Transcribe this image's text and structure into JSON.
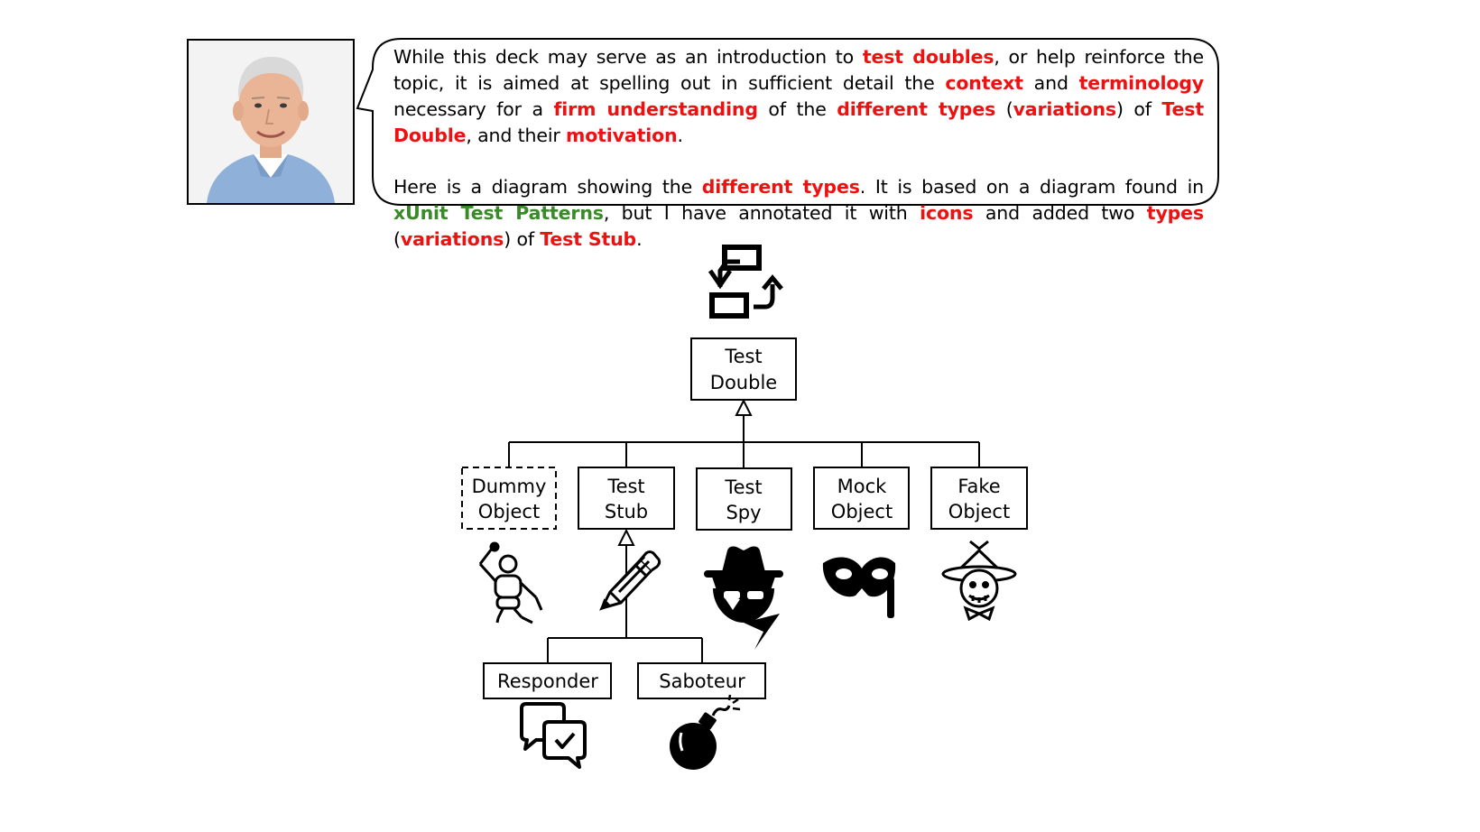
{
  "callout": {
    "p1": [
      {
        "t": "While this deck may serve as an introduction to ",
        "s": "plain"
      },
      {
        "t": "test doubles",
        "s": "red"
      },
      {
        "t": ", or help reinforce the topic, it is aimed at spelling out in sufficient detail the ",
        "s": "plain"
      },
      {
        "t": "context",
        "s": "red"
      },
      {
        "t": " and ",
        "s": "plain"
      },
      {
        "t": "terminology",
        "s": "red"
      },
      {
        "t": " necessary for a ",
        "s": "plain"
      },
      {
        "t": "firm understanding",
        "s": "red"
      },
      {
        "t": " of the ",
        "s": "plain"
      },
      {
        "t": "different types",
        "s": "red"
      },
      {
        "t": " (",
        "s": "plain"
      },
      {
        "t": "variations",
        "s": "red"
      },
      {
        "t": ") of ",
        "s": "plain"
      },
      {
        "t": "Test Double",
        "s": "red"
      },
      {
        "t": ", and their ",
        "s": "plain"
      },
      {
        "t": "motivation",
        "s": "red"
      },
      {
        "t": ".",
        "s": "plain"
      }
    ],
    "p2": [
      {
        "t": "Here is a diagram showing the ",
        "s": "plain"
      },
      {
        "t": "different types",
        "s": "red"
      },
      {
        "t": ". It is based on a diagram found in ",
        "s": "plain"
      },
      {
        "t": "xUnit Test Patterns",
        "s": "green"
      },
      {
        "t": ", but I have annotated it with ",
        "s": "plain"
      },
      {
        "t": "icons",
        "s": "red"
      },
      {
        "t": " and added two ",
        "s": "plain"
      },
      {
        "t": "types",
        "s": "red"
      },
      {
        "t": " (",
        "s": "plain"
      },
      {
        "t": "variations",
        "s": "red"
      },
      {
        "t": ") of ",
        "s": "plain"
      },
      {
        "t": "Test Stub",
        "s": "red"
      },
      {
        "t": ".",
        "s": "plain"
      }
    ]
  },
  "colors": {
    "highlight_red": "#ee1111",
    "highlight_green": "#3a8a2a"
  },
  "diagram": {
    "root": {
      "line1": "Test",
      "line2": "Double",
      "icon": "swap-icon"
    },
    "children": [
      {
        "line1": "Dummy",
        "line2": "Object",
        "icon": "mannequin-icon",
        "style": "dashed"
      },
      {
        "line1": "Test",
        "line2": "Stub",
        "icon": "pencil-icon",
        "style": "solid"
      },
      {
        "line1": "Test",
        "line2": "Spy",
        "icon": "spy-icon",
        "style": "solid"
      },
      {
        "line1": "Mock",
        "line2": "Object",
        "icon": "mask-icon",
        "style": "solid"
      },
      {
        "line1": "Fake",
        "line2": "Object",
        "icon": "scarecrow-icon",
        "style": "solid"
      }
    ],
    "stub_children": [
      {
        "label": "Responder",
        "icon": "chat-check-icon"
      },
      {
        "label": "Saboteur",
        "icon": "bomb-icon"
      }
    ]
  }
}
